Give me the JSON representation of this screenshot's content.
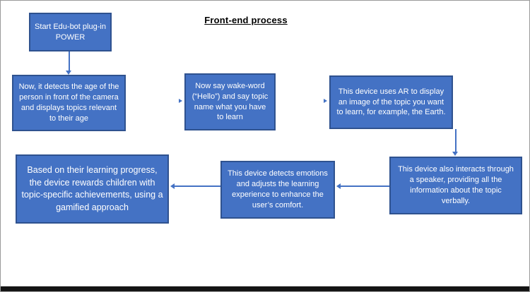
{
  "page": {
    "title": "Front-end process"
  },
  "colors": {
    "box_fill": "#4472C4",
    "box_border": "#2F528F",
    "arrow": "#4472C4",
    "box_text": "#FFFFFF",
    "title_text": "#000000"
  },
  "flowchart": {
    "nodes": [
      {
        "id": "start",
        "text": "Start Edu-bot plug-in POWER"
      },
      {
        "id": "detect-age",
        "text": "Now, it detects the age of the person in front of the camera and displays topics relevant to their age"
      },
      {
        "id": "wake-word",
        "text": "Now say wake-word (“Hello”) and say topic name what you have to learn"
      },
      {
        "id": "ar-display",
        "text": "This device uses AR to display an image of the topic you want to learn, for example, the Earth."
      },
      {
        "id": "speaker",
        "text": "This device also interacts through a speaker, providing all the information about the topic verbally."
      },
      {
        "id": "emotions",
        "text": "This device detects emotions and adjusts the learning experience to enhance the user’s comfort."
      },
      {
        "id": "rewards",
        "text": "Based on their learning progress, the device rewards children with topic-specific achievements, using a gamified approach"
      }
    ],
    "edges": [
      {
        "from": "start",
        "to": "detect-age",
        "direction": "down"
      },
      {
        "from": "detect-age",
        "to": "wake-word",
        "direction": "right"
      },
      {
        "from": "wake-word",
        "to": "ar-display",
        "direction": "right"
      },
      {
        "from": "ar-display",
        "to": "speaker",
        "direction": "down"
      },
      {
        "from": "speaker",
        "to": "emotions",
        "direction": "left"
      },
      {
        "from": "emotions",
        "to": "rewards",
        "direction": "left"
      }
    ]
  }
}
